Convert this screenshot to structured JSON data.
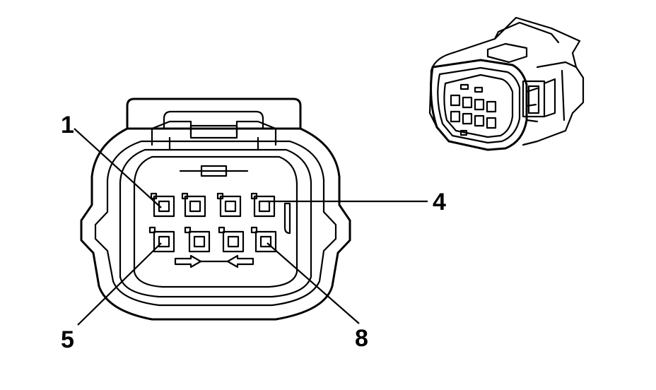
{
  "pin_labels": {
    "pin1": "1",
    "pin4": "4",
    "pin5": "5",
    "pin8": "8"
  },
  "colors": {
    "line": "#000000",
    "background": "#ffffff"
  }
}
